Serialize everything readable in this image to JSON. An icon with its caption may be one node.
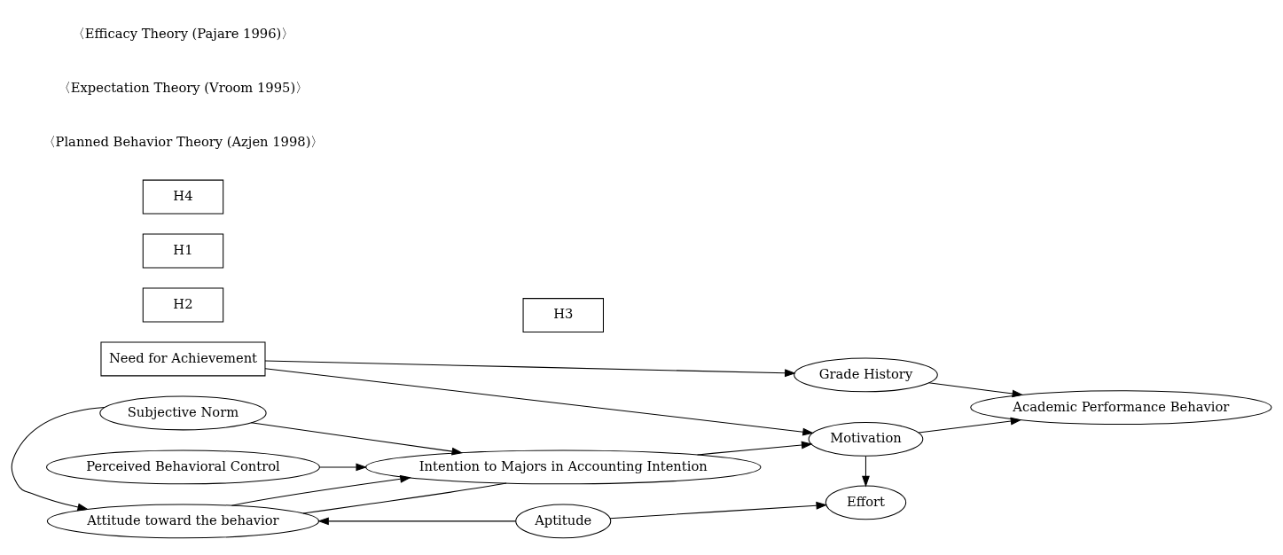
{
  "diagram": {
    "nodes": [
      {
        "text": [
          "Attitude toward the behavior"
        ]
      },
      {
        "text": [
          "Aptitude"
        ]
      },
      {
        "text": [
          "Effort"
        ]
      },
      {
        "text": [
          "H2"
        ]
      },
      {
        "text": [
          "H1"
        ]
      },
      {
        "text": [
          "Subjective Norm"
        ]
      },
      {
        "text": [
          "Intention to Majors in Accounting Intention"
        ]
      },
      {
        "text": [
          "Motivation"
        ]
      },
      {
        "text": [
          "Academic Performance Behavior"
        ]
      },
      {
        "text": [
          "Need for Achievement"
        ]
      },
      {
        "text": [
          "H3"
        ]
      },
      {
        "text": [
          "H4"
        ]
      },
      {
        "text": [
          "Perceived Behavioral Control"
        ]
      },
      {
        "text": [
          "Grade History"
        ]
      }
    ],
    "edges": [
      {
        "from": 1,
        "to": 0,
        "arrow": "to"
      },
      {
        "from": 1,
        "to": 2,
        "arrow": "to"
      },
      {
        "from": 0,
        "to": 6,
        "arrow": "none"
      },
      {
        "from": 0,
        "to": 6,
        "arrow": "to"
      },
      {
        "from": 5,
        "to": 0,
        "arrow": "to"
      },
      {
        "from": 5,
        "to": 6,
        "arrow": "to"
      },
      {
        "from": 12,
        "to": 6,
        "arrow": "to"
      },
      {
        "from": 6,
        "to": 7,
        "arrow": "to"
      },
      {
        "from": 7,
        "to": 2,
        "arrow": "to"
      },
      {
        "from": 7,
        "to": 8,
        "arrow": "to"
      },
      {
        "from": 9,
        "to": 7,
        "arrow": "to"
      },
      {
        "from": 9,
        "to": 13,
        "arrow": "to"
      },
      {
        "from": 13,
        "to": 8,
        "arrow": "to"
      }
    ],
    "labels": [
      "〈Planned Behavior Theory (Azjen 1998)〉",
      "〈Expectation Theory (Vroom 1995)〉",
      "〈Efficacy Theory (Pajare 1996)〉"
    ]
  }
}
